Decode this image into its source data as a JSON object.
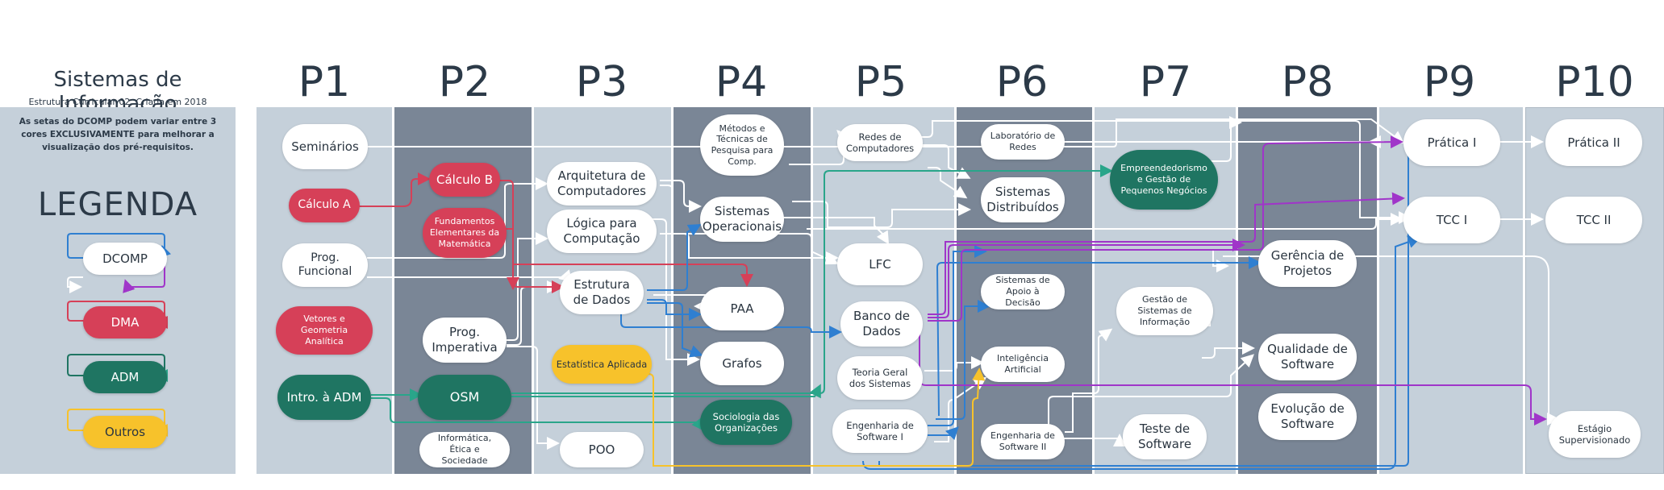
{
  "header": {
    "title": "Sistemas de Informação",
    "subtitle": "Estrutura Curricular 02, Criada em 2018"
  },
  "legend": {
    "note": "As setas do DCOMP podem variar entre 3 cores EXCLUSIVAMENTE para melhorar a visualização dos pré-requisitos.",
    "title": "LEGENDA",
    "items": [
      {
        "label": "DCOMP"
      },
      {
        "label": "DMA"
      },
      {
        "label": "ADM"
      },
      {
        "label": "Outros"
      }
    ]
  },
  "periods": [
    "P1",
    "P2",
    "P3",
    "P4",
    "P5",
    "P6",
    "P7",
    "P8",
    "P9",
    "P10"
  ],
  "colors": {
    "dcomp_arrow_white": "#ffffff",
    "dcomp_arrow_blue": "#2f7fd1",
    "dcomp_arrow_purple": "#a035c9",
    "dma": "#d64058",
    "adm": "#1f7562",
    "outros": "#f7c22b",
    "column_light": "#c5d0da",
    "column_dark": "#7a8696"
  },
  "courses": {
    "seminarios": "Seminários",
    "calculo_a": "Cálculo A",
    "prog_funcional": "Prog. Funcional",
    "vetores": "Vetores e Geometria Analítica",
    "intro_adm": "Intro. à ADM",
    "calculo_b": "Cálculo B",
    "fundamentos": "Fundamentos Elementares da Matemática",
    "prog_imperativa": "Prog. Imperativa",
    "osm": "OSM",
    "informatica_etica": "Informática, Ética e Sociedade",
    "arq_computadores": "Arquitetura de Computadores",
    "logica": "Lógica para Computação",
    "estrutura_dados": "Estrutura de Dados",
    "estatistica": "Estatística Aplicada",
    "poo": "POO",
    "metodos": "Métodos e Técnicas de Pesquisa para Comp.",
    "sist_operacionais": "Sistemas Operacionais",
    "paa": "PAA",
    "grafos": "Grafos",
    "sociologia": "Sociologia das Organizações",
    "redes": "Redes de Computadores",
    "lfc": "LFC",
    "banco_dados": "Banco de Dados",
    "teoria_geral": "Teoria Geral dos Sistemas",
    "eng_software_1": "Engenharia de Software I",
    "lab_redes": "Laboratório de Redes",
    "sist_distribuidos": "Sistemas Distribuídos",
    "sist_apoio": "Sistemas de Apoio à Decisão",
    "ia": "Inteligência Artificial",
    "eng_software_2": "Engenharia de Software II",
    "empreendedorismo": "Empreendedorismo e Gestão de Pequenos Negócios",
    "gestao_si": "Gestão de Sistemas de Informação",
    "teste_software": "Teste de Software",
    "gerencia_projetos": "Gerência de Projetos",
    "qualidade_software": "Qualidade de Software",
    "evolucao_software": "Evolução de Software",
    "pratica_1": "Prática I",
    "tcc_1": "TCC I",
    "pratica_2": "Prática II",
    "tcc_2": "TCC II",
    "estagio": "Estágio Supervisionado"
  }
}
